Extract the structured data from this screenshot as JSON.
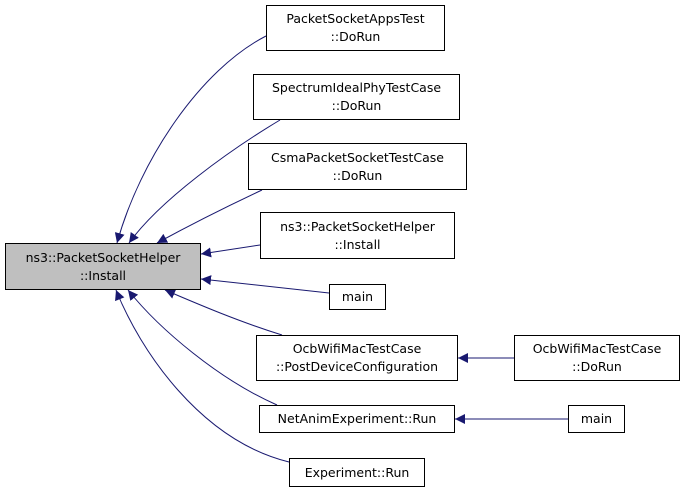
{
  "diagram": {
    "edge_color": "#191970",
    "focus_fill": "#bfbfbf",
    "nodes": {
      "focus": {
        "line1": "ns3::PacketSocketHelper",
        "line2": "::Install"
      },
      "appsTest": {
        "line1": "PacketSocketAppsTest",
        "line2": "::DoRun"
      },
      "spectrum": {
        "line1": "SpectrumIdealPhyTestCase",
        "line2": "::DoRun"
      },
      "csma": {
        "line1": "CsmaPacketSocketTestCase",
        "line2": "::DoRun"
      },
      "helperInst": {
        "line1": "ns3::PacketSocketHelper",
        "line2": "::Install"
      },
      "main1": {
        "line1": "main"
      },
      "ocbPost": {
        "line1": "OcbWifiMacTestCase",
        "line2": "::PostDeviceConfiguration"
      },
      "ocbRun": {
        "line1": "OcbWifiMacTestCase",
        "line2": "::DoRun"
      },
      "netanim": {
        "line1": "NetAnimExperiment::Run"
      },
      "main2": {
        "line1": "main"
      },
      "experiment": {
        "line1": "Experiment::Run"
      }
    }
  }
}
